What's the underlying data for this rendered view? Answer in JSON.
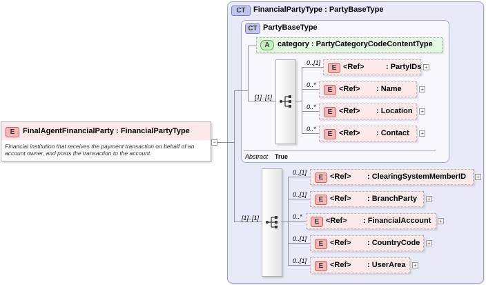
{
  "root": {
    "badge": "E",
    "name": "FinalAgentFinancialParty",
    "type_sep": ":",
    "type": "FinancialPartyType",
    "doc": "Financial institution that receives the payment transaction on behalf of an account owner, and posts the transaction to the account."
  },
  "outer_type": {
    "badge": "CT",
    "label": "FinancialPartyType : PartyBaseType"
  },
  "inner_type": {
    "badge": "CT",
    "label": "PartyBaseType"
  },
  "attribute": {
    "badge": "A",
    "label": "category : PartyCategoryCodeContentType"
  },
  "abstract": {
    "label": "Abstract",
    "value": "True"
  },
  "seq1": {
    "cardinality": "[1]..[1]",
    "items": [
      {
        "mult": "0..[1]",
        "badge": "E",
        "ref": "<Ref>",
        "name": ": PartyIDs"
      },
      {
        "mult": "0..*",
        "badge": "E",
        "ref": "<Ref>",
        "name": ": Name"
      },
      {
        "mult": "0..*",
        "badge": "E",
        "ref": "<Ref>",
        "name": ": Location"
      },
      {
        "mult": "0..*",
        "badge": "E",
        "ref": "<Ref>",
        "name": ": Contact"
      }
    ]
  },
  "seq2": {
    "cardinality": "[1]..[1]",
    "items": [
      {
        "mult": "0..[1]",
        "badge": "E",
        "ref": "<Ref>",
        "name": ": ClearingSystemMemberID"
      },
      {
        "mult": "0..[1]",
        "badge": "E",
        "ref": "<Ref>",
        "name": ": BranchParty"
      },
      {
        "mult": "0..*",
        "badge": "E",
        "ref": "<Ref>",
        "name": ": FinancialAccount"
      },
      {
        "mult": "0..[1]",
        "badge": "E",
        "ref": "<Ref>",
        "name": ": CountryCode"
      },
      {
        "mult": "0..[1]",
        "badge": "E",
        "ref": "<Ref>",
        "name": ": UserArea"
      }
    ]
  },
  "expand_symbol": "+",
  "collapse_symbol": "−"
}
